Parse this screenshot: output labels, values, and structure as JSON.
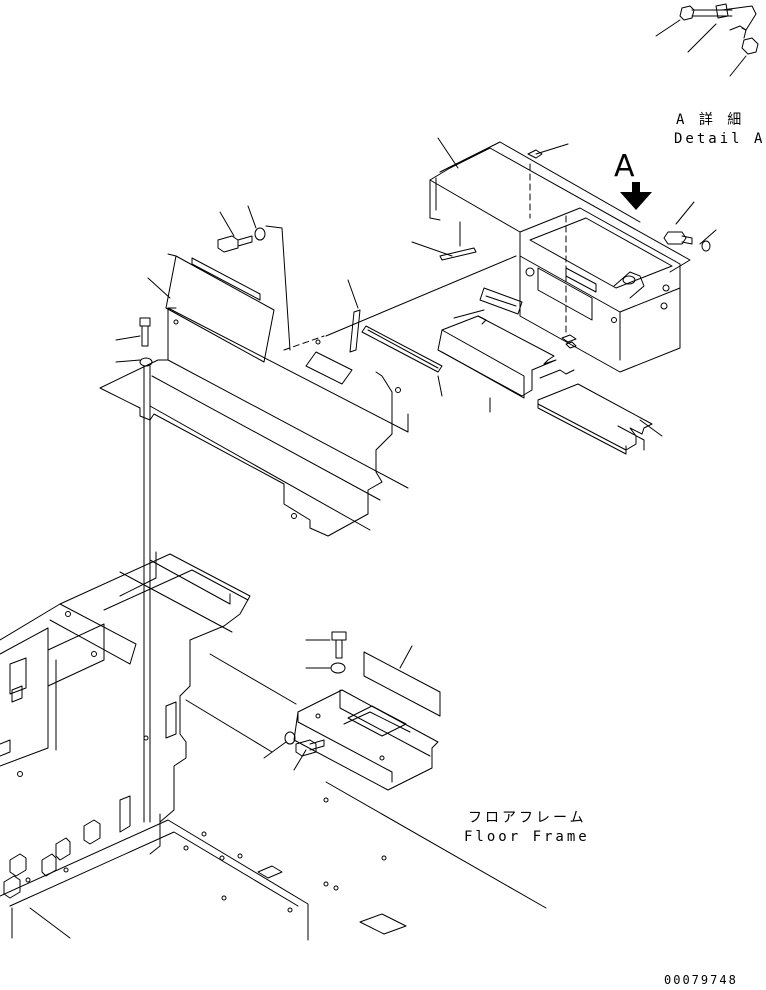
{
  "labels": {
    "detail_jp": "A 詳 細",
    "detail_en": "Detail A",
    "view_letter": "A",
    "floor_jp": "フロアフレーム",
    "floor_en": "Floor Frame",
    "drawing_number": "00079748"
  },
  "icons": {
    "view_arrow": "down-arrow-icon"
  }
}
